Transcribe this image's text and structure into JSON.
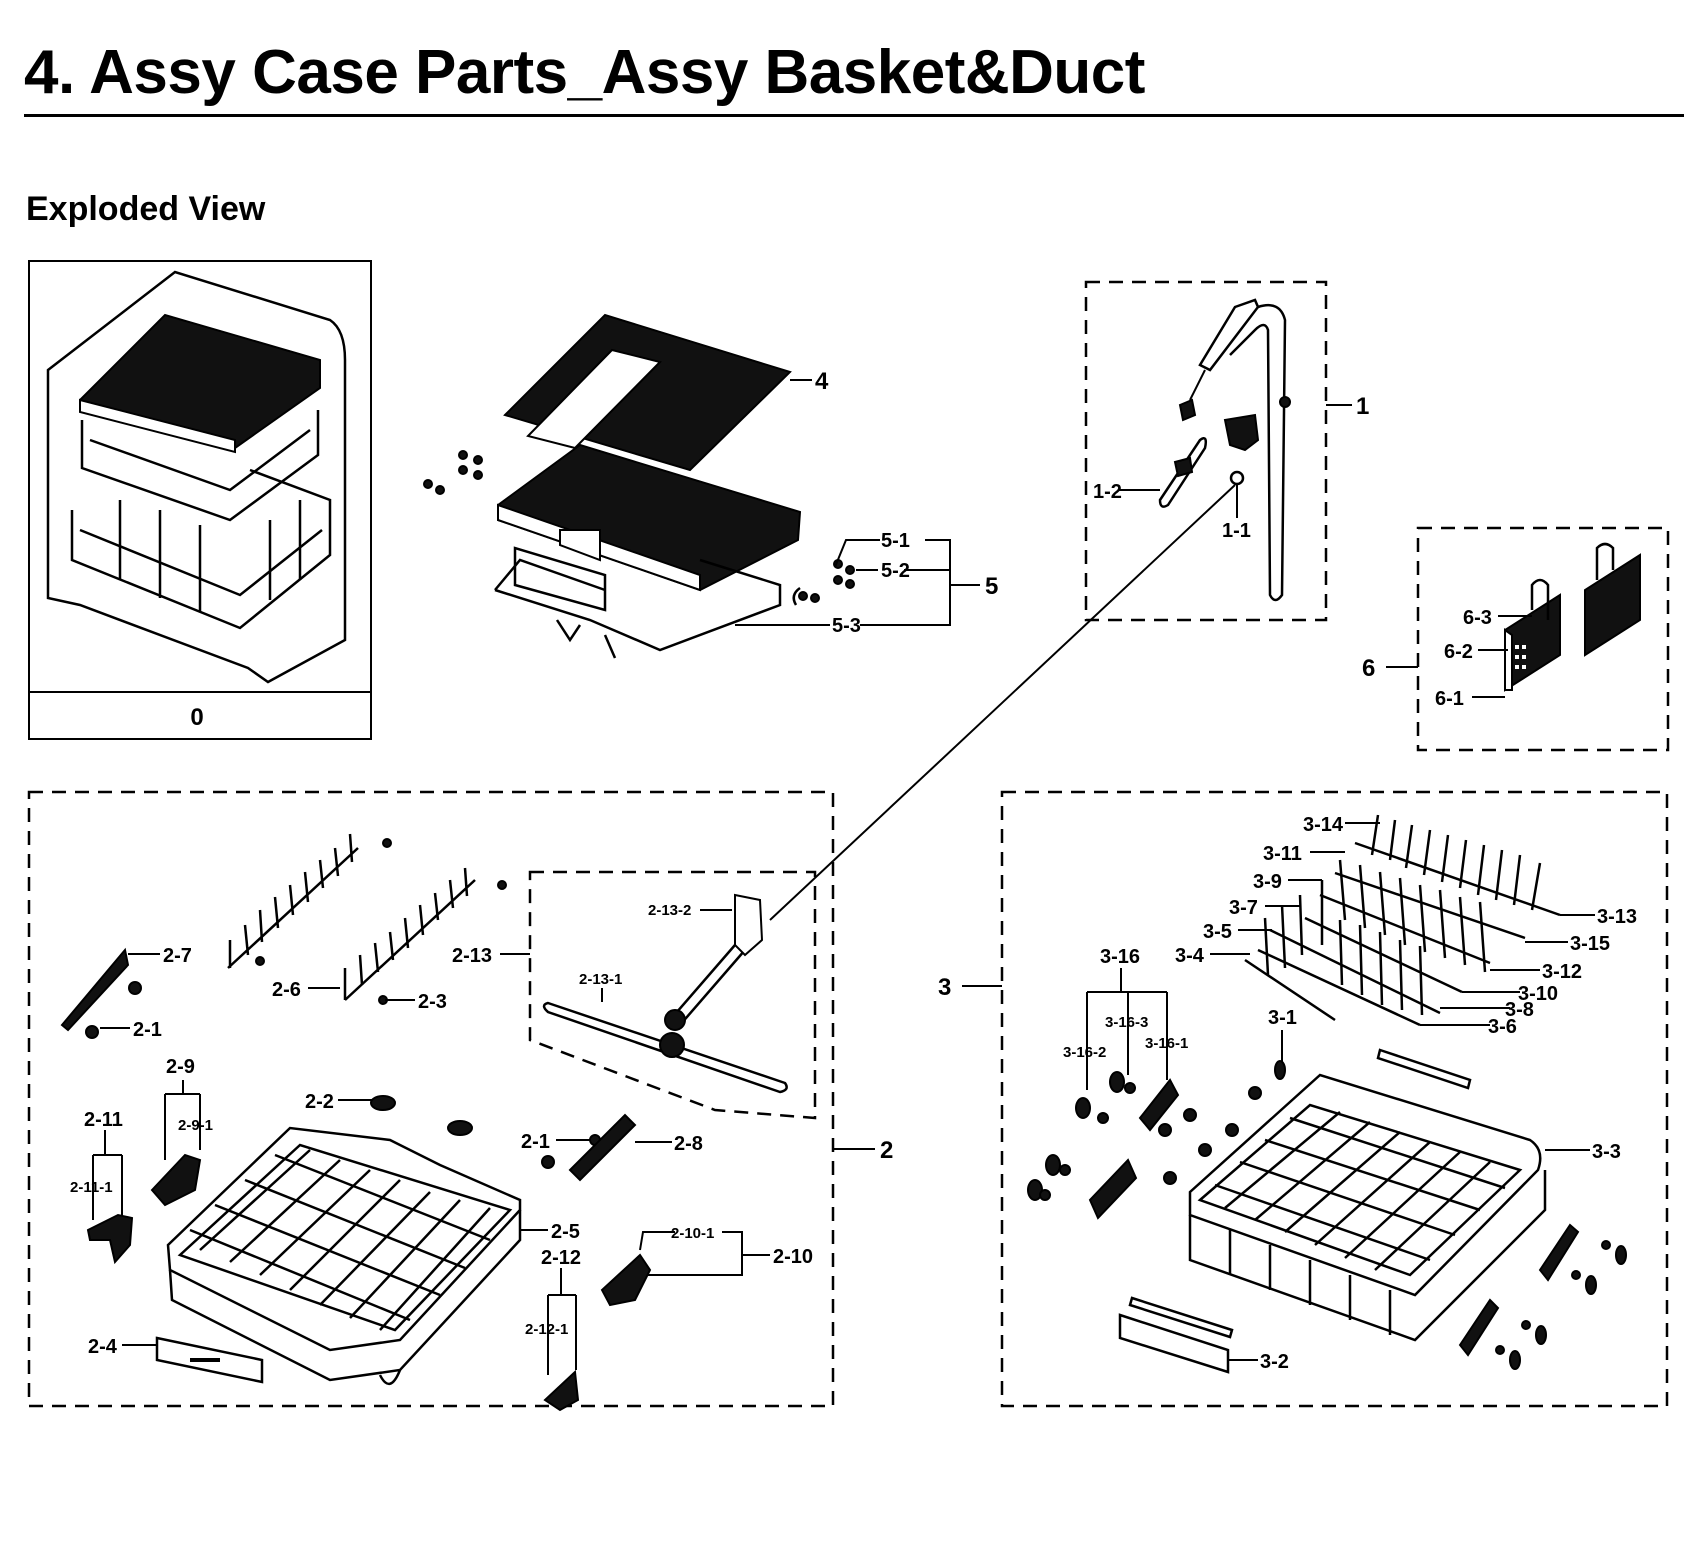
{
  "header": {
    "title": "4.  Assy Case Parts_Assy Basket&Duct",
    "subtitle": "Exploded View"
  },
  "overview_box": {
    "label": "0"
  },
  "groups": {
    "g1": {
      "label": "1",
      "parts": {
        "p1_1": "1-1",
        "p1_2": "1-2"
      }
    },
    "g2": {
      "label": "2",
      "parts": {
        "p2_1a": "2-1",
        "p2_1b": "2-1",
        "p2_2": "2-2",
        "p2_3": "2-3",
        "p2_4": "2-4",
        "p2_5": "2-5",
        "p2_6": "2-6",
        "p2_7": "2-7",
        "p2_8": "2-8",
        "p2_9": "2-9",
        "p2_9_1": "2-9-1",
        "p2_10": "2-10",
        "p2_10_1": "2-10-1",
        "p2_11": "2-11",
        "p2_11_1": "2-11-1",
        "p2_12": "2-12",
        "p2_12_1": "2-12-1",
        "p2_13": "2-13",
        "p2_13_1": "2-13-1",
        "p2_13_2": "2-13-2"
      }
    },
    "g3": {
      "label": "3",
      "parts": {
        "p3_1": "3-1",
        "p3_2": "3-2",
        "p3_3": "3-3",
        "p3_4": "3-4",
        "p3_5": "3-5",
        "p3_6": "3-6",
        "p3_7": "3-7",
        "p3_8": "3-8",
        "p3_9": "3-9",
        "p3_10": "3-10",
        "p3_11": "3-11",
        "p3_12": "3-12",
        "p3_13": "3-13",
        "p3_14": "3-14",
        "p3_15": "3-15",
        "p3_16": "3-16",
        "p3_16_1": "3-16-1",
        "p3_16_2": "3-16-2",
        "p3_16_3": "3-16-3"
      }
    },
    "g4": {
      "label": "4"
    },
    "g5": {
      "label": "5",
      "parts": {
        "p5_1": "5-1",
        "p5_2": "5-2",
        "p5_3": "5-3"
      }
    },
    "g6": {
      "label": "6",
      "parts": {
        "p6_1": "6-1",
        "p6_2": "6-2",
        "p6_3": "6-3"
      }
    }
  }
}
